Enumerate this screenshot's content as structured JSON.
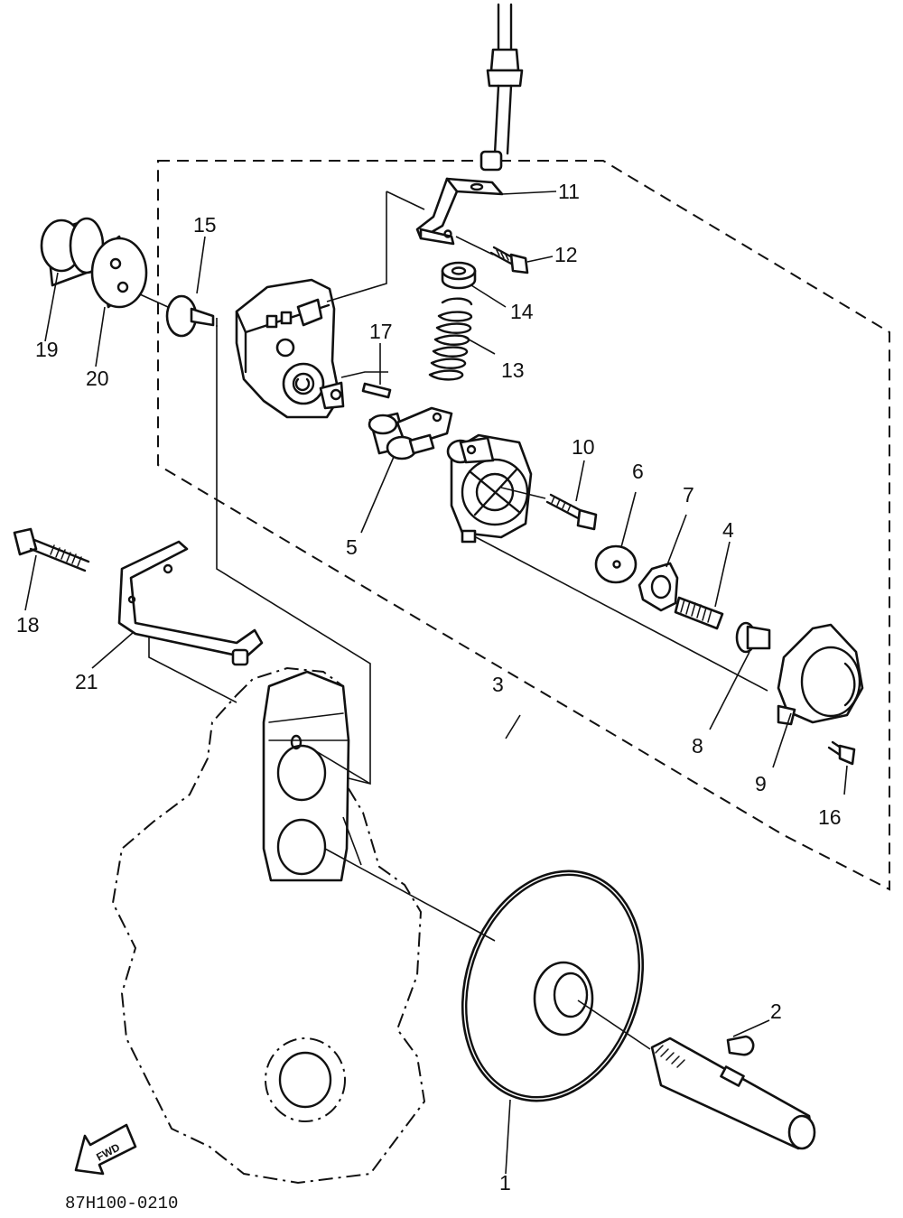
{
  "diagram": {
    "callouts": [
      "1",
      "2",
      "3",
      "4",
      "5",
      "6",
      "7",
      "8",
      "9",
      "10",
      "11",
      "12",
      "13",
      "14",
      "15",
      "16",
      "17",
      "18",
      "19",
      "20",
      "21"
    ],
    "direction_label": "FWD",
    "drawing_code": "87H100-0210"
  }
}
